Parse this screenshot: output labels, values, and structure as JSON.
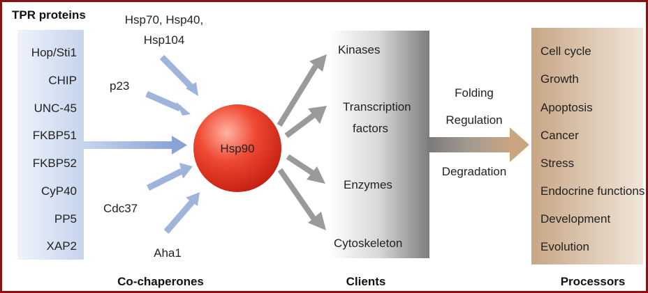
{
  "tpr_proteins": {
    "title": "TPR proteins",
    "items": [
      "Hop/Sti1",
      "CHIP",
      "UNC-45",
      "FKBP51",
      "FKBP52",
      "CyP40",
      "PP5",
      "XAP2"
    ]
  },
  "co_chaperones": {
    "title": "Co-chaperones",
    "items": [
      "Hsp70, Hsp40,",
      "Hsp104",
      "p23",
      "Cdc37",
      "Aha1"
    ]
  },
  "hub": {
    "label": "Hsp90"
  },
  "clients": {
    "title": "Clients",
    "items": [
      "Kinases",
      "Transcription",
      "factors",
      "Enzymes",
      "Cytoskeleton"
    ]
  },
  "processes": {
    "items": [
      "Folding",
      "Regulation",
      "Degradation"
    ]
  },
  "processors": {
    "title": "Processors",
    "items": [
      "Cell cycle",
      "Growth",
      "Apoptosis",
      "Cancer",
      "Stress",
      "Endocrine functions",
      "Development",
      "Evolution"
    ]
  },
  "colors": {
    "border": "#8b1010",
    "tpr_box": "#d5e0f0",
    "cochaperone_arrow": "#9fb4db",
    "hub": "#e0301e",
    "client_arrow": "#9a9a9a",
    "processor_box": "#d2b79d",
    "main_arrow": "#b89b7f"
  }
}
